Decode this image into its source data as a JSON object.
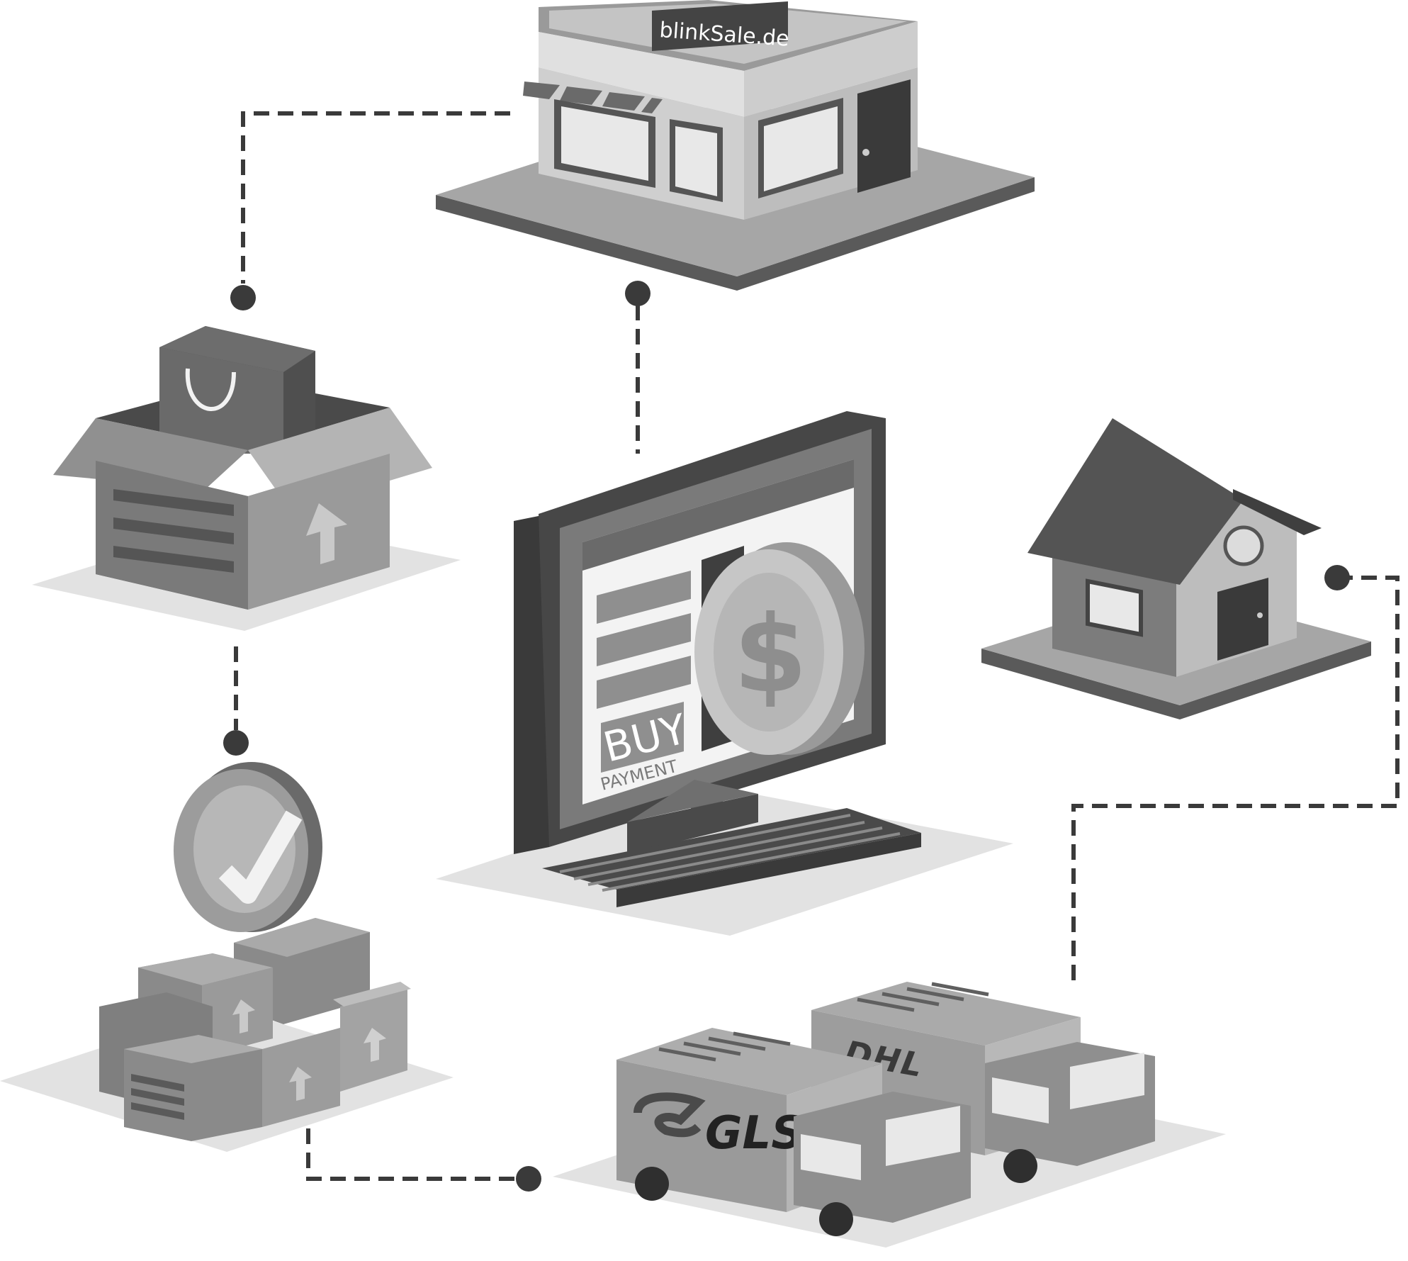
{
  "store": {
    "sign": "blinkSale.de"
  },
  "computer": {
    "buy_label": "BUY",
    "payment_label": "PAYMENT",
    "currency_symbol": "$"
  },
  "trucks": {
    "gls_logo": "GLS",
    "dhl_logo": "DHL"
  },
  "colors": {
    "dark": "#3c3c3c",
    "mid": "#7d7d7d",
    "light": "#a9a9a9",
    "pale": "#d9d9d9",
    "shadow": "#e2e2e2",
    "connector": "#3a3a3a"
  },
  "icons": [
    "store-icon",
    "shopping-box-icon",
    "computer-icon",
    "coin-icon",
    "house-icon",
    "checkmark-badge-icon",
    "package-stack-icon",
    "gls-truck-icon",
    "dhl-truck-icon"
  ]
}
